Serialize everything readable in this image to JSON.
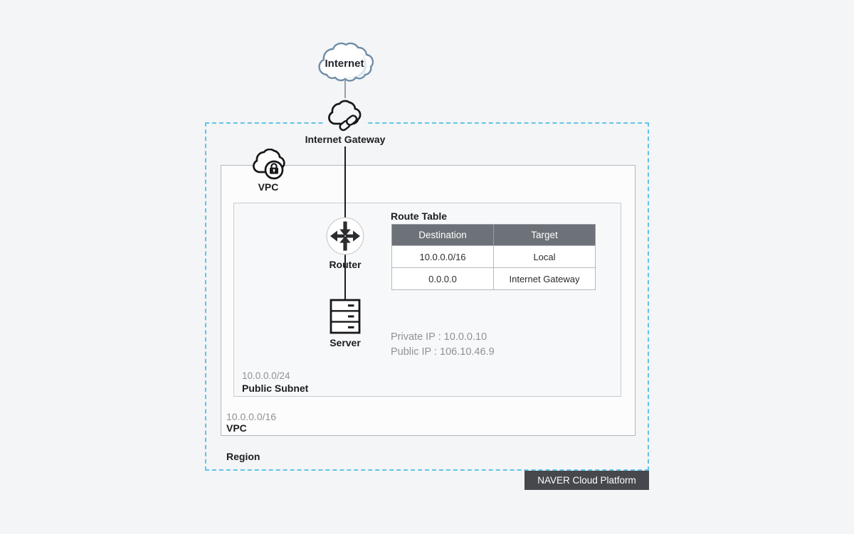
{
  "diagram": {
    "internet": {
      "label": "Internet"
    },
    "internet_gateway": {
      "label": "Internet Gateway"
    },
    "vpc_icon": {
      "label": "VPC"
    },
    "router": {
      "label": "Router"
    },
    "server": {
      "label": "Server"
    },
    "route_table": {
      "title": "Route Table",
      "columns": [
        "Destination",
        "Target"
      ],
      "rows": [
        [
          "10.0.0.0/16",
          "Local"
        ],
        [
          "0.0.0.0",
          "Internet Gateway"
        ]
      ]
    },
    "server_info": {
      "private_ip": "Private IP : 10.0.0.10",
      "public_ip": "Public IP : 106.10.46.9"
    },
    "public_subnet": {
      "cidr": "10.0.0.0/24",
      "label": "Public Subnet"
    },
    "vpc": {
      "cidr": "10.0.0.0/16",
      "label": "VPC"
    },
    "region": {
      "label": "Region"
    },
    "badge": {
      "label": "NAVER Cloud Platform"
    },
    "icons": {
      "internet": "cloud-icon",
      "internet_gateway": "cloud-link-icon",
      "vpc": "cloud-lock-icon",
      "router": "router-arrows-icon",
      "server": "server-rack-icon"
    },
    "colors": {
      "background": "#f4f5f7",
      "region_border": "#62c3e8",
      "table_header_bg": "#6d7178",
      "badge_bg": "#46484d",
      "muted_text": "#8f9296",
      "dark_text": "#1b1d1f",
      "internet_cloud_stroke": "#6e8ca6"
    }
  }
}
